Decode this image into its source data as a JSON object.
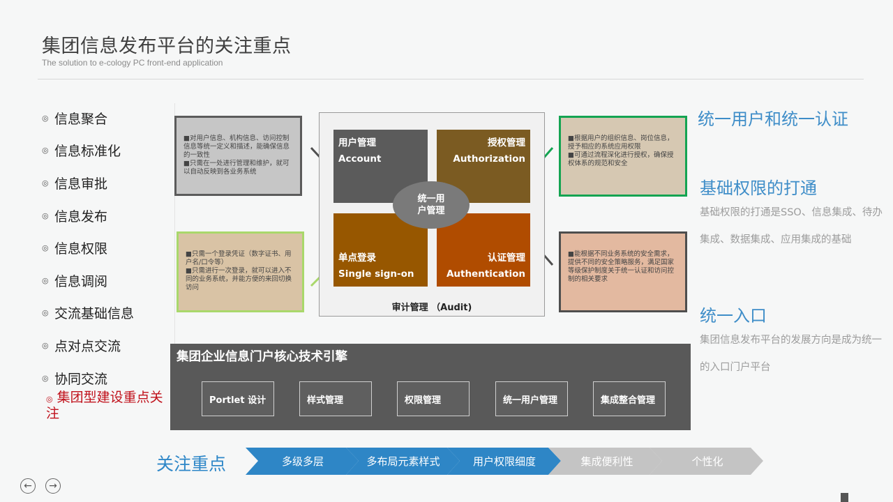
{
  "header": {
    "title": "集团信息发布平台的关注重点",
    "subtitle": "The solution to e-cology PC front-end application"
  },
  "sidebar": {
    "bullet": "◎",
    "items": [
      {
        "label": "信息聚合"
      },
      {
        "label": "信息标准化"
      },
      {
        "label": "信息审批"
      },
      {
        "label": "信息发布"
      },
      {
        "label": "信息权限"
      },
      {
        "label": "信息调阅"
      },
      {
        "label": "交流基础信息"
      },
      {
        "label": "点对点交流"
      },
      {
        "label": "协同交流"
      }
    ],
    "active_item": "集团型建设重点关注"
  },
  "boxes": {
    "top_left": "■对用户信息、机构信息、访问控制信息等统一定义和描述，能确保信息的一致性\n■只需在一处进行管理和维护，就可以自动反映到各业务系统",
    "bottom_left": "■只需一个登录凭证（数字证书、用户名/口令等）\n■只需进行一次登录，就可以进入不同的业务系统，并能方便的来回切换访问",
    "top_right": "■根据用户的组织信息、岗位信息，授予相应的系统应用权限\n■可通过流程深化进行授权，确保授权体系的规范和安全",
    "bottom_right": "■能根据不同业务系统的安全需求，提供不同的安全策略服务，满足国家等级保护制度关于统一认证和访问控制的相关要求"
  },
  "quadrants": {
    "q1": {
      "cn": "用户管理",
      "en": "Account"
    },
    "q2": {
      "cn": "授权管理",
      "en": "Authorization"
    },
    "q3": {
      "cn": "单点登录",
      "en": "Single sign-on"
    },
    "q4": {
      "cn": "认证管理",
      "en": "Authentication"
    },
    "center": "统一用户管理",
    "audit": "审计管理 （Audit)"
  },
  "engine": {
    "title": "集团企业信息门户核心技术引擎",
    "buttons": [
      "Portlet 设计",
      "样式管理",
      "权限管理",
      "统一用户管理",
      "集成整合管理"
    ]
  },
  "right": {
    "h1": "统一用户和统一认证",
    "h2": "基础权限的打通",
    "p2": "基础权限的打通是SSO、信息集成、待办集成、数据集成、应用集成的基础",
    "h3": "统一入口",
    "p3": "集团信息发布平台的发展方向是成为统一的入口门户平台"
  },
  "focus": {
    "label": "关注重点",
    "steps": [
      {
        "label": "多级多层",
        "color": "#2e86c6"
      },
      {
        "label": "多布局元素样式",
        "color": "#2e86c6"
      },
      {
        "label": "用户权限细度",
        "color": "#2e86c6"
      },
      {
        "label": "集成便利性",
        "color": "#c4c4c4"
      },
      {
        "label": "个性化",
        "color": "#c4c4c4"
      }
    ]
  },
  "footer": {
    "prev_icon": "arrow-left-icon",
    "next_icon": "arrow-right-icon"
  }
}
